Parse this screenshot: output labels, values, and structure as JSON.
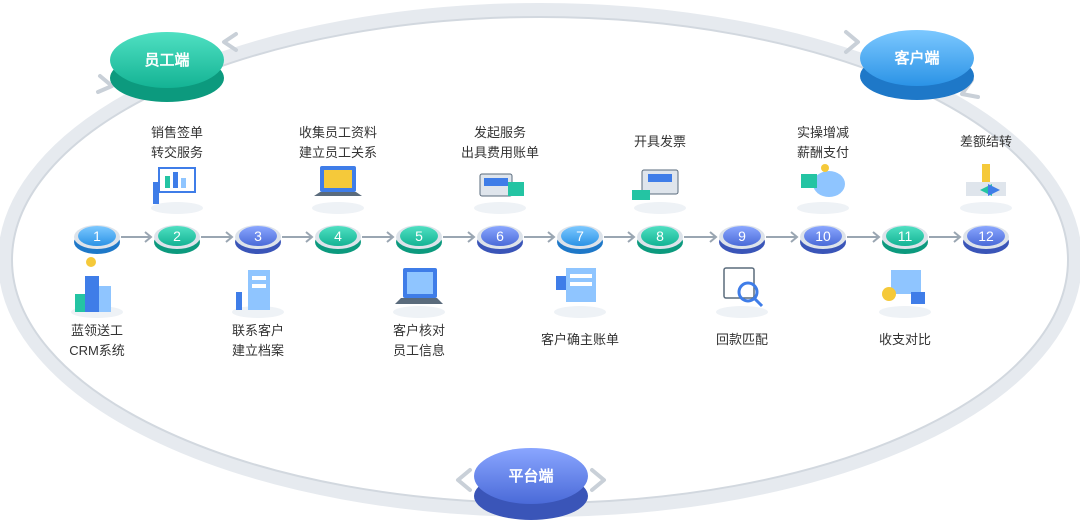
{
  "endpoints": {
    "employee": "员工端",
    "customer": "客户端",
    "platform": "平台端"
  },
  "colors": {
    "teal": "#1fc7a6",
    "blue": "#5b7fe6",
    "sky": "#3aa7f2"
  },
  "steps": [
    {
      "num": "1",
      "color": "sky",
      "label": [
        "蓝领送工",
        "CRM系统"
      ],
      "pos": "below",
      "icon": "building-icon"
    },
    {
      "num": "2",
      "color": "teal",
      "label": [
        "销售签单",
        "转交服务"
      ],
      "pos": "above",
      "icon": "presentation-icon"
    },
    {
      "num": "3",
      "color": "blue",
      "label": [
        "联系客户",
        "建立档案"
      ],
      "pos": "below",
      "icon": "archive-icon"
    },
    {
      "num": "4",
      "color": "teal",
      "label": [
        "收集员工资料",
        "建立员工关系"
      ],
      "pos": "above",
      "icon": "laptop-icon"
    },
    {
      "num": "5",
      "color": "teal",
      "label": [
        "客户核对",
        "员工信息"
      ],
      "pos": "below",
      "icon": "monitor-icon"
    },
    {
      "num": "6",
      "color": "blue",
      "label": [
        "发起服务",
        "出具费用账单"
      ],
      "pos": "above",
      "icon": "cash-register-icon"
    },
    {
      "num": "7",
      "color": "sky",
      "label": [
        "客户确主账单"
      ],
      "pos": "below",
      "icon": "document-board-icon"
    },
    {
      "num": "8",
      "color": "teal",
      "label": [
        "开具发票"
      ],
      "pos": "above",
      "icon": "invoice-printer-icon"
    },
    {
      "num": "9",
      "color": "blue",
      "label": [
        "回款匹配"
      ],
      "pos": "below",
      "icon": "magnifier-icon"
    },
    {
      "num": "10",
      "color": "blue",
      "label": [
        "实操增减",
        "薪酬支付"
      ],
      "pos": "above",
      "icon": "piggy-bank-icon"
    },
    {
      "num": "11",
      "color": "teal",
      "label": [
        "收支对比"
      ],
      "pos": "below",
      "icon": "comparison-icon"
    },
    {
      "num": "12",
      "color": "blue",
      "label": [
        "差额结转"
      ],
      "pos": "above",
      "icon": "transfer-icon"
    }
  ]
}
